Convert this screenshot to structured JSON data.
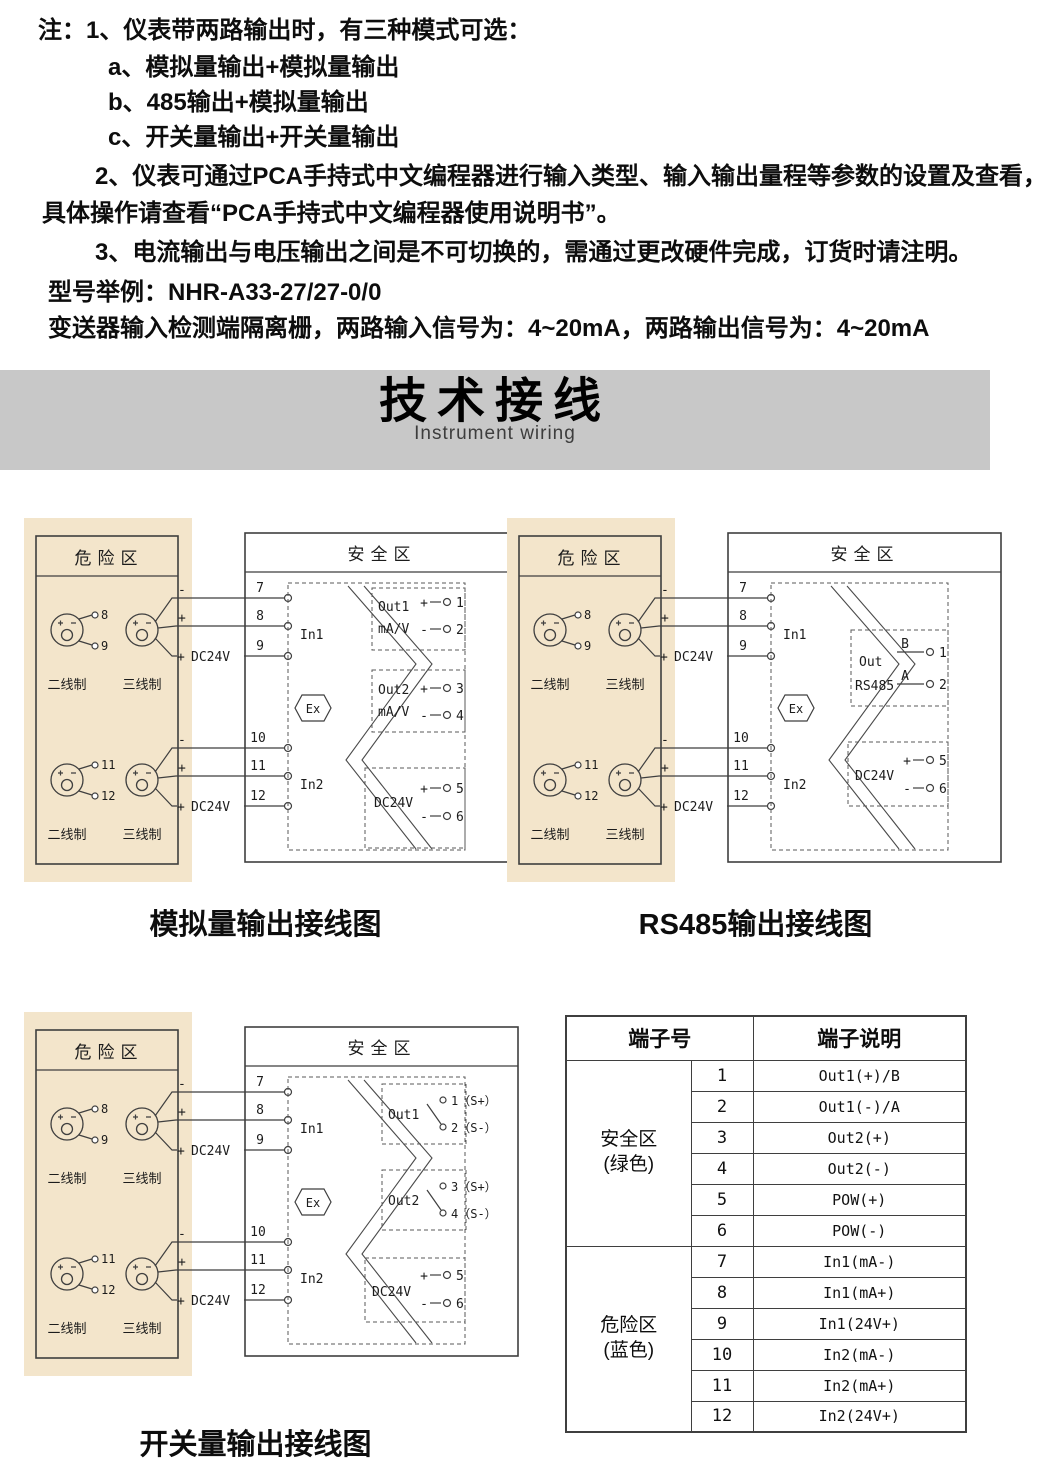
{
  "notes": {
    "line1": "注：1、仪表带两路输出时，有三种模式可选：",
    "item_a": "a、模拟量输出+模拟量输出",
    "item_b": "b、485输出+模拟量输出",
    "item_c": "c、开关量输出+开关量输出",
    "line2a": "2、仪表可通过PCA手持式中文编程器进行输入类型、输入输出量程等参数的设置及查看，",
    "line2b": "具体操作请查看“PCA手持式中文编程器使用说明书”。",
    "line3": "3、电流输出与电压输出之间是不可切换的，需通过更改硬件完成，订货时请注明。",
    "model_example": "型号举例：NHR-A33-27/27-0/0",
    "signal_line": "变送器输入检测端隔离栅，两路输入信号为：4~20mA，两路输出信号为：4~20mA"
  },
  "banner": {
    "title": "技术接线",
    "subtitle": "Instrument wiring"
  },
  "captions": {
    "analog": "模拟量输出接线图",
    "rs485": "RS485输出接线图",
    "switch": "开关量输出接线图"
  },
  "diagram": {
    "danger_zone": "危险区",
    "safe_zone": "安全区",
    "two_wire": "二线制",
    "three_wire": "三线制",
    "in1": "In1",
    "in2": "In2",
    "dc24v": "DC24V",
    "plus": "+",
    "minus": "-",
    "ex": "Ex",
    "t7": "7",
    "t8": "8",
    "t9": "9",
    "t10": "10",
    "t11": "11",
    "t12": "12",
    "n1": "1",
    "n2": "2",
    "n3": "3",
    "n4": "4",
    "n5": "5",
    "n6": "6",
    "analog": {
      "out1": "Out1",
      "out2": "Out2",
      "mav": "mA/V"
    },
    "rs485": {
      "out": "Out",
      "bus": "RS485",
      "b": "B",
      "a": "A"
    },
    "switch": {
      "out1": "Out1",
      "out2": "Out2",
      "s1": "1（S+）",
      "s2": "2（S-）",
      "s3": "3（S+）",
      "s4": "4（S-）"
    }
  },
  "table": {
    "header_no": "端子号",
    "header_desc": "端子说明",
    "safe_group_1": "安全区",
    "safe_group_2": "(绿色)",
    "danger_group_1": "危险区",
    "danger_group_2": "(蓝色)",
    "rows": [
      {
        "num": "1",
        "desc": "Out1(+)/B"
      },
      {
        "num": "2",
        "desc": "Out1(-)/A"
      },
      {
        "num": "3",
        "desc": "Out2(+)"
      },
      {
        "num": "4",
        "desc": "Out2(-)"
      },
      {
        "num": "5",
        "desc": "POW(+)"
      },
      {
        "num": "6",
        "desdesc_ignore": "",
        "desc": "POW(-)"
      },
      {
        "num": "7",
        "desc": "In1(mA-)"
      },
      {
        "num": "8",
        "desc": "In1(mA+)"
      },
      {
        "num": "9",
        "desc": "In1(24V+)"
      },
      {
        "num": "10",
        "desc": "In2(mA-)"
      },
      {
        "num": "11",
        "desc": "In2(mA+)"
      },
      {
        "num": "12",
        "desc": "In2(24V+)"
      }
    ]
  },
  "colors": {
    "danger_bg": "#f3e5cb",
    "banner_bg": "#c8c8c8"
  }
}
